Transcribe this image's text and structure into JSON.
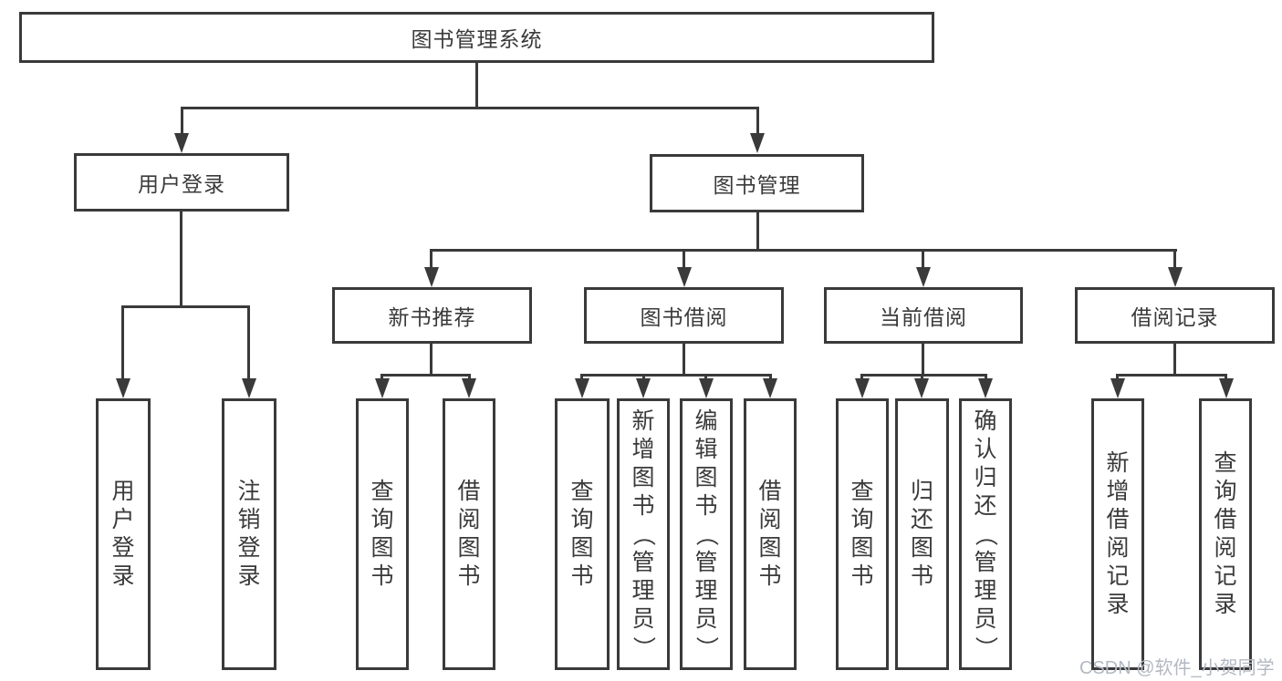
{
  "title": "图书管理系统",
  "watermark": "CSDN @软件_小贺同学",
  "colors": {
    "line": "#3a3a3a",
    "text": "#3a3a3a",
    "watermark": "#b3b9c2",
    "background": "#ffffff"
  },
  "tree": {
    "root": {
      "label": "图书管理系统"
    },
    "branches": [
      {
        "label": "用户登录",
        "children": [
          {
            "label": "用户登录"
          },
          {
            "label": "注销登录"
          }
        ]
      },
      {
        "label": "图书管理",
        "children": [
          {
            "label": "新书推荐",
            "children": [
              {
                "label": "查询图书"
              },
              {
                "label": "借阅图书"
              }
            ]
          },
          {
            "label": "图书借阅",
            "children": [
              {
                "label": "查询图书"
              },
              {
                "label": "新增图书（管理员）"
              },
              {
                "label": "编辑图书（管理员）"
              },
              {
                "label": "借阅图书"
              }
            ]
          },
          {
            "label": "当前借阅",
            "children": [
              {
                "label": "查询图书"
              },
              {
                "label": "归还图书"
              },
              {
                "label": "确认归还（管理员）"
              }
            ]
          },
          {
            "label": "借阅记录",
            "children": [
              {
                "label": "新增借阅记录"
              },
              {
                "label": "查询借阅记录"
              }
            ]
          }
        ]
      }
    ]
  }
}
